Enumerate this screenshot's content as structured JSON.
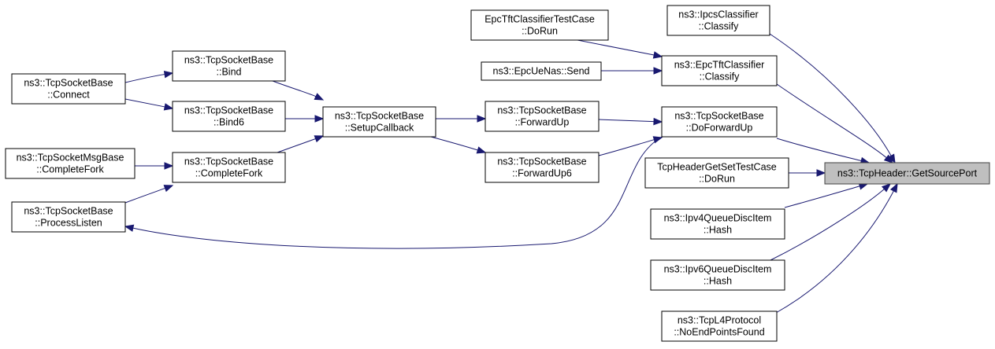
{
  "diagram": {
    "nodes": [
      {
        "id": "target",
        "lines": [
          "ns3::TcpHeader::GetSourcePort"
        ],
        "highlight": true
      },
      {
        "id": "ipcs",
        "lines": [
          "ns3::IpcsClassifier",
          "::Classify"
        ]
      },
      {
        "id": "epctft",
        "lines": [
          "ns3::EpcTftClassifier",
          "::Classify"
        ]
      },
      {
        "id": "epctest",
        "lines": [
          "EpcTftClassifierTestCase",
          "::DoRun"
        ]
      },
      {
        "id": "epcnas",
        "lines": [
          "ns3::EpcUeNas::Send"
        ]
      },
      {
        "id": "dofwd",
        "lines": [
          "ns3::TcpSocketBase",
          "::DoForwardUp"
        ]
      },
      {
        "id": "tcphtest",
        "lines": [
          "TcpHeaderGetSetTestCase",
          "::DoRun"
        ]
      },
      {
        "id": "ipv4q",
        "lines": [
          "ns3::Ipv4QueueDiscItem",
          "::Hash"
        ]
      },
      {
        "id": "ipv6q",
        "lines": [
          "ns3::Ipv6QueueDiscItem",
          "::Hash"
        ]
      },
      {
        "id": "l4",
        "lines": [
          "ns3::TcpL4Protocol",
          "::NoEndPointsFound"
        ]
      },
      {
        "id": "fwd",
        "lines": [
          "ns3::TcpSocketBase",
          "::ForwardUp"
        ]
      },
      {
        "id": "fwd6",
        "lines": [
          "ns3::TcpSocketBase",
          "::ForwardUp6"
        ]
      },
      {
        "id": "setup",
        "lines": [
          "ns3::TcpSocketBase",
          "::SetupCallback"
        ]
      },
      {
        "id": "bind",
        "lines": [
          "ns3::TcpSocketBase",
          "::Bind"
        ]
      },
      {
        "id": "bind6",
        "lines": [
          "ns3::TcpSocketBase",
          "::Bind6"
        ]
      },
      {
        "id": "cfork",
        "lines": [
          "ns3::TcpSocketBase",
          "::CompleteFork"
        ]
      },
      {
        "id": "connect",
        "lines": [
          "ns3::TcpSocketBase",
          "::Connect"
        ]
      },
      {
        "id": "msgfork",
        "lines": [
          "ns3::TcpSocketMsgBase",
          "::CompleteFork"
        ]
      },
      {
        "id": "plisten",
        "lines": [
          "ns3::TcpSocketBase",
          "::ProcessListen"
        ]
      }
    ],
    "edges": [
      {
        "from": "ipcs",
        "to": "target"
      },
      {
        "from": "epctft",
        "to": "target"
      },
      {
        "from": "dofwd",
        "to": "target"
      },
      {
        "from": "tcphtest",
        "to": "target"
      },
      {
        "from": "ipv4q",
        "to": "target"
      },
      {
        "from": "ipv6q",
        "to": "target"
      },
      {
        "from": "l4",
        "to": "target"
      },
      {
        "from": "epctest",
        "to": "epctft"
      },
      {
        "from": "epcnas",
        "to": "epctft"
      },
      {
        "from": "fwd",
        "to": "dofwd"
      },
      {
        "from": "fwd6",
        "to": "dofwd"
      },
      {
        "from": "dofwd",
        "to": "plisten"
      },
      {
        "from": "setup",
        "to": "fwd"
      },
      {
        "from": "setup",
        "to": "fwd6"
      },
      {
        "from": "bind",
        "to": "setup"
      },
      {
        "from": "bind6",
        "to": "setup"
      },
      {
        "from": "cfork",
        "to": "setup"
      },
      {
        "from": "connect",
        "to": "bind"
      },
      {
        "from": "connect",
        "to": "bind6"
      },
      {
        "from": "msgfork",
        "to": "cfork"
      },
      {
        "from": "plisten",
        "to": "cfork"
      }
    ],
    "colors": {
      "edge": "#191970",
      "target_fill": "#bfbfbf",
      "node_fill": "#ffffff",
      "node_stroke": "#000000"
    }
  }
}
